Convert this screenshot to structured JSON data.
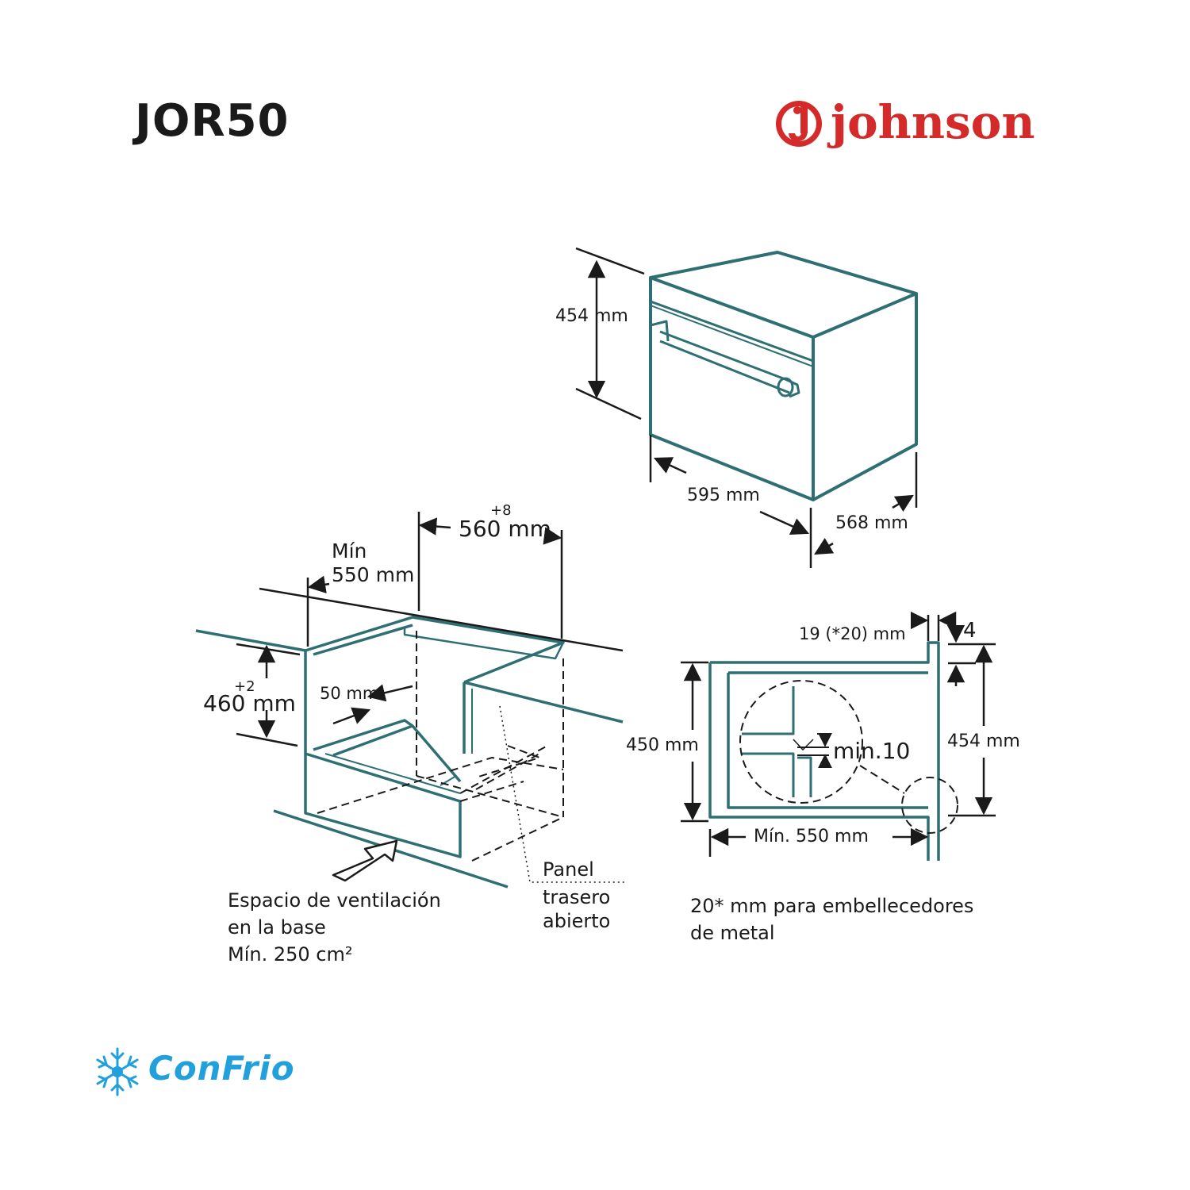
{
  "header": {
    "model": "JOR50",
    "brand": "johnson"
  },
  "oven_dims": {
    "height": "454 mm",
    "width": "595 mm",
    "depth": "568 mm"
  },
  "cabinet_dims": {
    "min_label": "Mín",
    "min_width": "550 mm",
    "opening_tol": "+8",
    "opening_width": "560 mm",
    "height_tol": "+2",
    "height": "460 mm",
    "gap": "50 mm",
    "vent_note_1": "Espacio de ventilación",
    "vent_note_2": "en la base",
    "vent_note_3": "Mín. 250 cm²",
    "panel_1": "Panel",
    "panel_2": "trasero",
    "panel_3": "abierto"
  },
  "side_dims": {
    "frame": "19 (*20) mm",
    "offset": "4",
    "inner_height": "450 mm",
    "outer_height": "454 mm",
    "min_gap": "min.10",
    "min_depth": "Mín. 550 mm",
    "note_1": "20* mm para embellecedores",
    "note_2": "de metal"
  },
  "footer": {
    "brand": "ConFrio"
  },
  "colors": {
    "outline": "#2e6f73",
    "dim": "#1a1a1a",
    "brand_red": "#d42a2a",
    "footer_blue": "#22a0dc"
  }
}
